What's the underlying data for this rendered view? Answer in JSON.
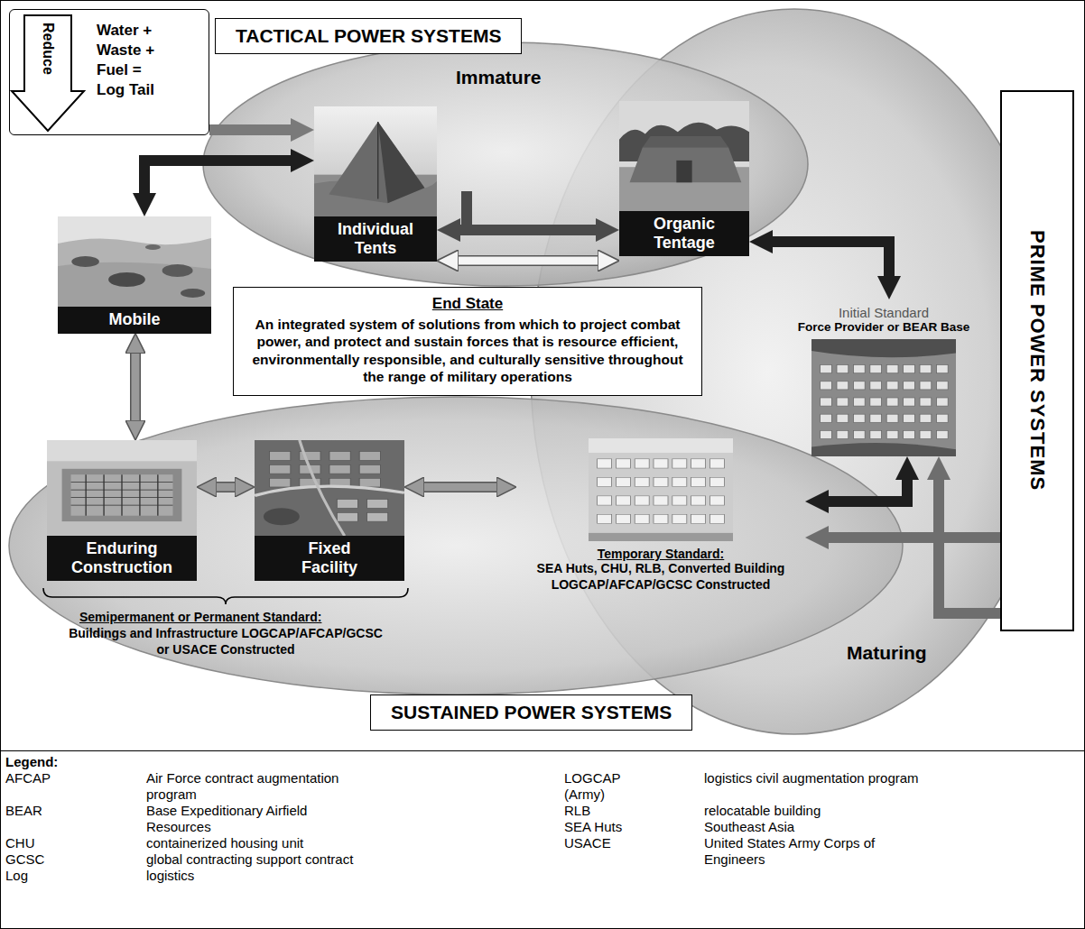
{
  "diagram": {
    "nodes": [
      {
        "text": [
          "Reduce",
          "Water + Waste + Fuel = Log Tail"
        ]
      },
      {
        "text": [
          "TACTICAL POWER SYSTEMS"
        ]
      },
      {
        "text": [
          "Individual Tents"
        ]
      },
      {
        "text": [
          "Organic Tentage"
        ]
      },
      {
        "text": [
          "Mobile"
        ]
      },
      {
        "text": [
          "End State",
          "An integrated system of solutions from which to project combat power, and protect and sustain forces that is resource efficient, environmentally responsible, and culturally sensitive throughout the range of military operations"
        ]
      },
      {
        "text": [
          "Initial Standard",
          "Force Provider or BEAR Base"
        ]
      },
      {
        "text": [
          "PRIME POWER SYSTEMS"
        ]
      },
      {
        "text": [
          "Enduring Construction"
        ]
      },
      {
        "text": [
          "Fixed Facility"
        ]
      },
      {
        "text": [
          "Temporary Standard:",
          "SEA Huts, CHU, RLB, Converted Building LOGCAP/AFCAP/GCSC Constructed"
        ]
      },
      {
        "text": [
          "SUSTAINED POWER SYSTEMS"
        ]
      }
    ],
    "edges": [
      {
        "from": 0,
        "to": 2,
        "arrow": "to"
      },
      {
        "from": 4,
        "to": 2,
        "arrow": "both"
      },
      {
        "from": 2,
        "to": 3,
        "arrow": "both"
      },
      {
        "from": 2,
        "to": 3,
        "arrow": "both"
      },
      {
        "from": 3,
        "to": 6,
        "arrow": "both"
      },
      {
        "from": 4,
        "to": 8,
        "arrow": "both"
      },
      {
        "from": 8,
        "to": 9,
        "arrow": "both"
      },
      {
        "from": 9,
        "to": 10,
        "arrow": "both"
      },
      {
        "from": 10,
        "to": 6,
        "arrow": "both"
      },
      {
        "from": 7,
        "to": 10,
        "arrow": "to"
      },
      {
        "from": 7,
        "to": 6,
        "arrow": "to"
      }
    ],
    "labels": [
      "Immature",
      "Maturing",
      "Semipermanent or Permanent Standard:",
      "Buildings and Infrastructure LOGCAP/AFCAP/GCSC or USACE Constructed",
      "Legend:",
      "AFCAP",
      "Air Force contract augmentation program",
      "BEAR",
      "Base Expeditionary Airfield Resources",
      "CHU",
      "containerized housing unit",
      "GCSC",
      "global contracting support contract",
      "Log",
      "logistics",
      "LOGCAP (Army)",
      "logistics civil augmentation program",
      "RLB",
      "relocatable building",
      "SEA Huts",
      "Southeast Asia",
      "USACE",
      "United States Army Corps of Engineers"
    ]
  }
}
